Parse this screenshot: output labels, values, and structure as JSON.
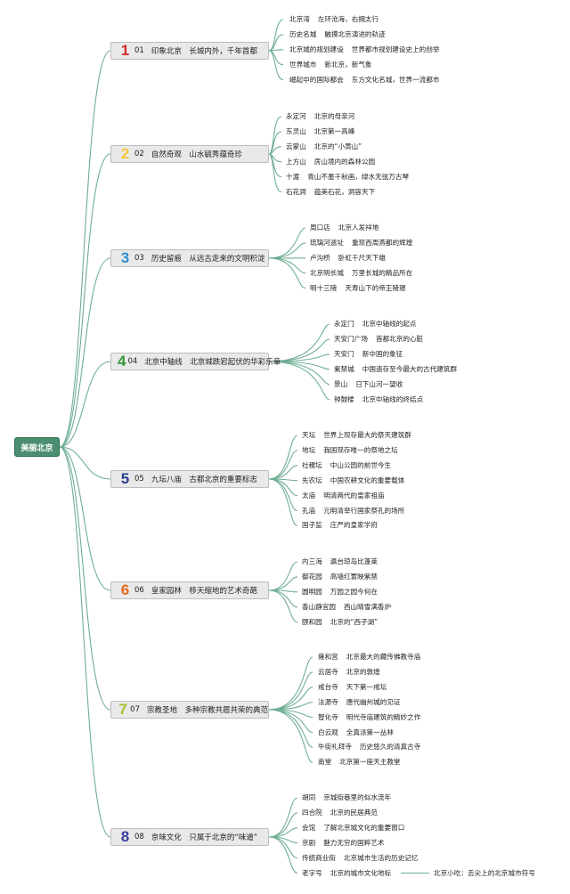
{
  "root": {
    "label": "美丽北京"
  },
  "colors": {
    "link": "#6fae93",
    "root_bg": "#4c8e70",
    "topic_bg": "#e9e9e9"
  },
  "topics": [
    {
      "big": "1",
      "color": "#d62b2b",
      "num": "01",
      "title": "印象北京　长城内外，千年首都",
      "items": [
        [
          "北京湾",
          "左环沧海，右拥太行"
        ],
        [
          "历史名城",
          "触摸北京演进的轨迹"
        ],
        [
          "北京城的规划建设",
          "世界都市规划建设史上的创举"
        ],
        [
          "世界城市",
          "新北京，新气象"
        ],
        [
          "崛起中的国际都会",
          "东方文化名城，世界一流都市"
        ]
      ]
    },
    {
      "big": "2",
      "color": "#f2c63c",
      "num": "02",
      "title": "自然奇观　山水毓秀蕴奇珍",
      "items": [
        [
          "永定河",
          "北京的母亲河"
        ],
        [
          "东灵山",
          "北京第一高峰"
        ],
        [
          "云蒙山",
          "北京的“小黄山”"
        ],
        [
          "上方山",
          "房山境内的森林公园"
        ],
        [
          "十渡",
          "青山不墨千秋画，绿水无弦万古琴"
        ],
        [
          "石花洞",
          "蕴美石花，洞容天下"
        ]
      ]
    },
    {
      "big": "3",
      "color": "#2f8fcf",
      "num": "03",
      "title": "历史留痕　从远古走来的文明积淀",
      "items": [
        [
          "周口店",
          "北京人发祥地"
        ],
        [
          "琉璃河遗址",
          "重现西周燕都的辉煌"
        ],
        [
          "卢沟桥",
          "卧虹千尺天下雄"
        ],
        [
          "北京明长城",
          "万里长城的精品所在"
        ],
        [
          "明十三陵",
          "天寿山下的帝王陵寝"
        ]
      ]
    },
    {
      "big": "4",
      "color": "#2f9a3a",
      "num": "04",
      "title": "北京中轴线　北京城跌宕起伏的华彩乐章",
      "items": [
        [
          "永定门",
          "北京中轴线的起点"
        ],
        [
          "天安门广场",
          "首都北京的心脏"
        ],
        [
          "天安门",
          "新中国的象征"
        ],
        [
          "紫禁城",
          "中国遗存至今最大的古代建筑群"
        ],
        [
          "景山",
          "日下山河一望收"
        ],
        [
          "钟鼓楼",
          "北京中轴线的终结点"
        ]
      ]
    },
    {
      "big": "5",
      "color": "#2a3e8e",
      "num": "05",
      "title": "九坛八庙　古都北京的重要标志",
      "items": [
        [
          "天坛",
          "世界上现存最大的祭天建筑群"
        ],
        [
          "地坛",
          "我国现存唯一的祭地之坛"
        ],
        [
          "社稷坛",
          "中山公园的前世今生"
        ],
        [
          "先农坛",
          "中国农耕文化的重要载体"
        ],
        [
          "太庙",
          "明清两代的皇家祖庙"
        ],
        [
          "孔庙",
          "元明清举行国家祭孔的场所"
        ],
        [
          "国子监",
          "庄严的皇家学府"
        ]
      ]
    },
    {
      "big": "6",
      "color": "#e86a20",
      "num": "06",
      "title": "皇家园林　移天缩地的艺术奇葩",
      "items": [
        [
          "内三海",
          "瀛台琼岛比蓬莱"
        ],
        [
          "御花园",
          "高墙红寰映紫禁"
        ],
        [
          "圆明园",
          "万园之园今何在"
        ],
        [
          "香山静宜园",
          "西山晴雪满香炉"
        ],
        [
          "颐和园",
          "北京的“西子湖”"
        ]
      ]
    },
    {
      "big": "7",
      "color": "#a5c22a",
      "num": "07",
      "title": "宗教圣地　多种宗教共居共荣的典范",
      "items": [
        [
          "雍和宫",
          "北京最大的藏传佛教寺庙"
        ],
        [
          "云居寺",
          "北京的敦煌"
        ],
        [
          "戒台寺",
          "天下第一戒坛"
        ],
        [
          "法源寺",
          "唐代幽州城的见证"
        ],
        [
          "智化寺",
          "明代寺庙建筑的精妙之作"
        ],
        [
          "白云观",
          "全真派第一丛林"
        ],
        [
          "牛街礼拜寺",
          "历史悠久的清真古寺"
        ],
        [
          "南堂",
          "北京第一座天主教堂"
        ]
      ]
    },
    {
      "big": "8",
      "color": "#3a3d9c",
      "num": "08",
      "title": "京味文化　只属于北京的“味道”",
      "items": [
        [
          "胡同",
          "京城街巷里的似水流年"
        ],
        [
          "四合院",
          "北京的民居典范"
        ],
        [
          "会馆",
          "了解北京城文化的重要窗口"
        ],
        [
          "京剧",
          "魅力无穷的国粹艺术"
        ],
        [
          "传统商业街",
          "北京城市生活的历史记忆"
        ],
        [
          "老字号",
          "北京的城市文化地标"
        ]
      ],
      "extra": "北京小吃：舌尖上的北京城市符号"
    }
  ]
}
